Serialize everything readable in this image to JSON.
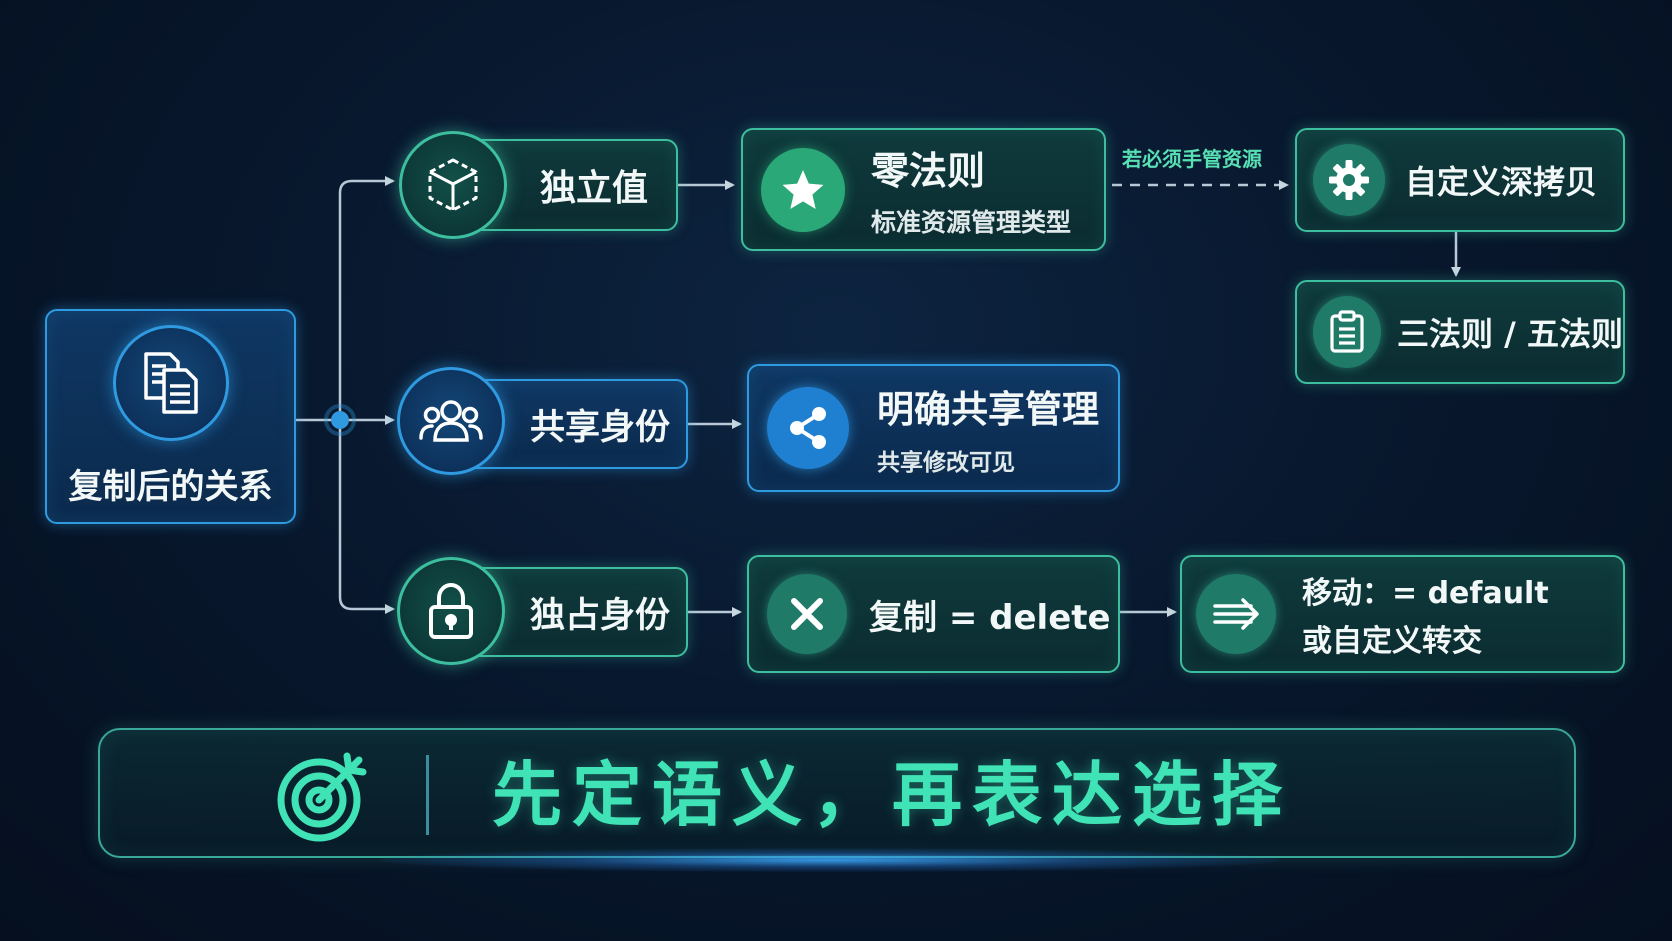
{
  "root": {
    "label": "复制后的关系",
    "icon": "copy-documents-icon"
  },
  "branches": [
    {
      "label": "独立值",
      "icon": "cube-icon"
    },
    {
      "label": "共享身份",
      "icon": "users-icon"
    },
    {
      "label": "独占身份",
      "icon": "lock-icon"
    }
  ],
  "zero_rule": {
    "title": "零法则",
    "subtitle": "标准资源管理类型",
    "icon": "star-icon"
  },
  "dashed_label": "若必须手管资源",
  "deep_copy": {
    "label": "自定义深拷贝",
    "icon": "gear-icon"
  },
  "rules": {
    "label": "三法则 / 五法则",
    "icon": "clipboard-icon"
  },
  "shared_mgmt": {
    "title": "明确共享管理",
    "subtitle": "共享修改可见",
    "icon": "share-icon"
  },
  "copy_delete": {
    "label": "复制 = delete",
    "icon": "close-icon"
  },
  "move": {
    "line1": "移动：= default",
    "line2": "或自定义转交",
    "icon": "move-arrow-icon"
  },
  "slogan": {
    "text": "先定语义，再表达选择",
    "icon": "target-icon"
  },
  "colors": {
    "teal": "#3dbf9f",
    "blue": "#2f9ae0",
    "slogan_green": "#3fe3b6",
    "background": "#08182e"
  }
}
